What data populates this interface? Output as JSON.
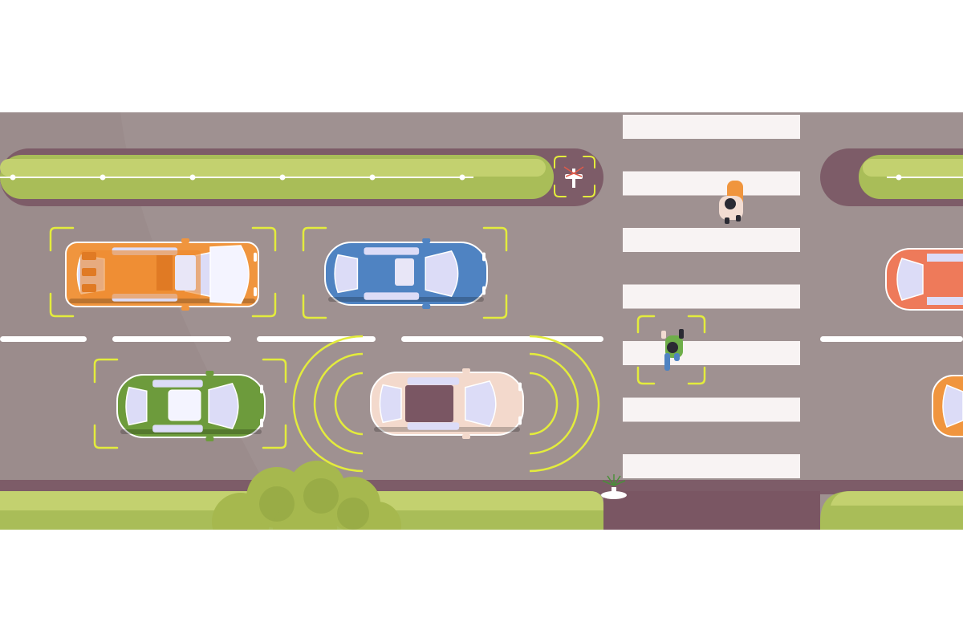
{
  "scene": {
    "view": "top-down street",
    "colors": {
      "asphalt": "#9b8c8c",
      "asphalt_light": "#a39595",
      "curb": "#7d5c68",
      "grass": "#a9bd58",
      "grass_light": "#c3d16f",
      "lane_marking": "#ffffff",
      "crosswalk": "#f8f3f3",
      "sensor_frame": "#e3ec3c",
      "bush": "#a6b84e",
      "bush_dark": "#8ea23f"
    },
    "vehicles": [
      {
        "id": "van-orange",
        "kind": "van",
        "lane": "top",
        "color": "#f0953e",
        "detected": true
      },
      {
        "id": "car-blue",
        "kind": "suv",
        "lane": "top",
        "color": "#4f83c2",
        "detected": true
      },
      {
        "id": "car-green",
        "kind": "hatchback",
        "lane": "bottom",
        "color": "#6d9b3c",
        "detected": true
      },
      {
        "id": "car-beige",
        "kind": "sedan",
        "lane": "bottom",
        "color": "#f3d9cc",
        "detected": false,
        "emits_signal": true
      },
      {
        "id": "car-red-partial",
        "kind": "car",
        "lane": "top",
        "color": "#ee7a5a",
        "detected": false
      },
      {
        "id": "car-orange-partial",
        "kind": "car",
        "lane": "bottom",
        "color": "#f0953e",
        "detected": false
      }
    ],
    "pedestrians": [
      {
        "id": "pedestrian-orange",
        "shirt": "#f2dcd2",
        "pants": "#f0953e",
        "detected": false
      },
      {
        "id": "pedestrian-green",
        "shirt": "#6fae4a",
        "pants": "#4f83c2",
        "detected": true
      }
    ],
    "crosswalk_stripes": 7,
    "icons": [
      "traffic-sensor-icon",
      "signal-waves-icon",
      "street-light-icon"
    ]
  }
}
